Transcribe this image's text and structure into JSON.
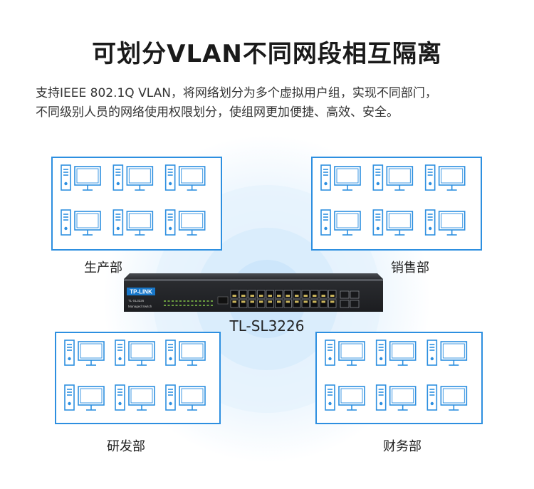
{
  "title": "可划分VLAN不同网段相互隔离",
  "description": {
    "line1": "支持IEEE 802.1Q VLAN，将网络划分为多个虚拟用户组，实现不同部门，",
    "line2": "不同级别人员的网络使用权限划分，使组网更加便捷、高效、安全。"
  },
  "departments": {
    "production": "生产部",
    "sales": "销售部",
    "rnd": "研发部",
    "finance": "财务部"
  },
  "switch": {
    "brand": "TP-LINK",
    "model_small": "TL-SL3226",
    "subtitle_small": "Managed Switch",
    "model_label": "TL-SL3226"
  },
  "colors": {
    "accent": "#2d8fe0",
    "glow": "#dcefff"
  }
}
